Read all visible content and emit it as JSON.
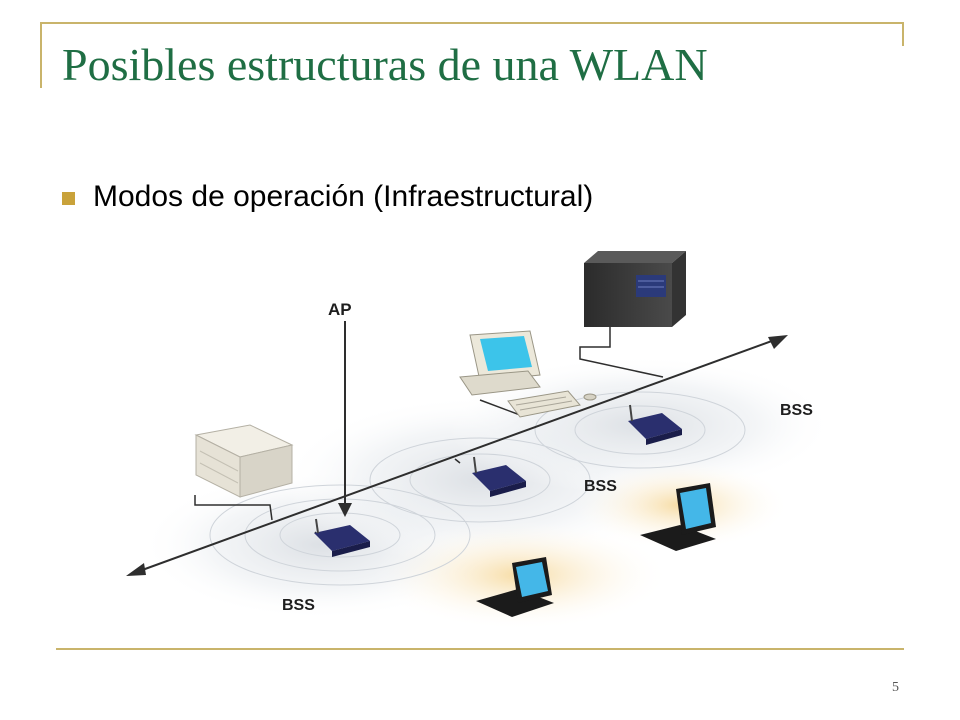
{
  "slide": {
    "title": "Posibles estructuras de una WLAN",
    "bullet": "Modos de operación (Infraestructural)",
    "page_number": "5"
  },
  "diagram": {
    "labels": {
      "ap": "AP",
      "bss_right": "BSS",
      "bss_center": "BSS",
      "bss_left": "BSS"
    },
    "colors": {
      "title": "#1f6e44",
      "accent": "#c9a23a",
      "frame": "#c9b46b"
    },
    "icons": [
      "server-icon",
      "desktop-computer-icon",
      "printer-icon",
      "access-point-icon",
      "laptop-icon"
    ]
  }
}
